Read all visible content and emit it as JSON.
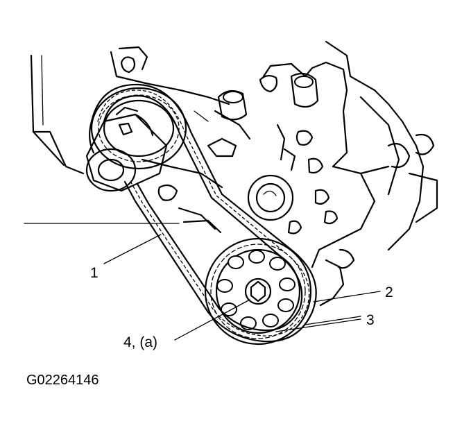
{
  "figure_code": "G02264146",
  "callouts": [
    {
      "id": "1",
      "text": "1"
    },
    {
      "id": "2",
      "text": "2"
    },
    {
      "id": "3",
      "text": "3"
    },
    {
      "id": "4",
      "text": "4, (a)"
    }
  ],
  "colors": {
    "ink": "#000000",
    "paper": "#ffffff"
  }
}
